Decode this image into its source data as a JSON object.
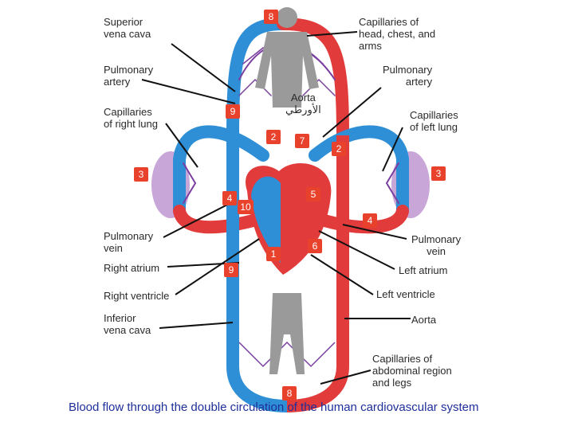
{
  "labels": {
    "superior_vena_cava": [
      "Superior",
      "vena cava"
    ],
    "pulmonary_artery_left": [
      "Pulmonary",
      "artery"
    ],
    "capillaries_right_lung": [
      "Capillaries",
      "of right lung"
    ],
    "capillaries_head": [
      "Capillaries of",
      "head, chest, and",
      "arms"
    ],
    "pulmonary_artery_right": [
      "Pulmonary",
      "artery"
    ],
    "aorta_top": [
      "Aorta",
      "الأورطي"
    ],
    "capillaries_left_lung": [
      "Capillaries",
      "of left lung"
    ],
    "pulmonary_vein_left": [
      "Pulmonary",
      "vein"
    ],
    "right_atrium": "Right atrium",
    "right_ventricle": "Right ventricle",
    "inferior_vena_cava": [
      "Inferior",
      "vena cava"
    ],
    "pulmonary_vein_right": [
      "Pulmonary",
      "vein"
    ],
    "left_atrium": "Left atrium",
    "left_ventricle": "Left ventricle",
    "aorta_bottom": "Aorta",
    "capillaries_abdominal": [
      "Capillaries of",
      "abdominal region",
      "and legs"
    ]
  },
  "badges": {
    "b8_top": "8",
    "b9_top": "9",
    "b2_left": "2",
    "b7": "7",
    "b2_right": "2",
    "b3_left": "3",
    "b3_right": "3",
    "b4_left": "4",
    "b10": "10",
    "b5": "5",
    "b4_right": "4",
    "b1": "1",
    "b6": "6",
    "b9_bottom": "9",
    "b8_bottom": "8"
  },
  "caption": "Blood flow through the double circulation of the human cardiovascular system",
  "colors": {
    "oxygenated": "#e23b3b",
    "deoxygenated": "#2e8fd6",
    "capillary": "#7a3fa0",
    "lung": "#c9a6d8",
    "badge": "#e8412c",
    "body": "#9a9a9a"
  }
}
